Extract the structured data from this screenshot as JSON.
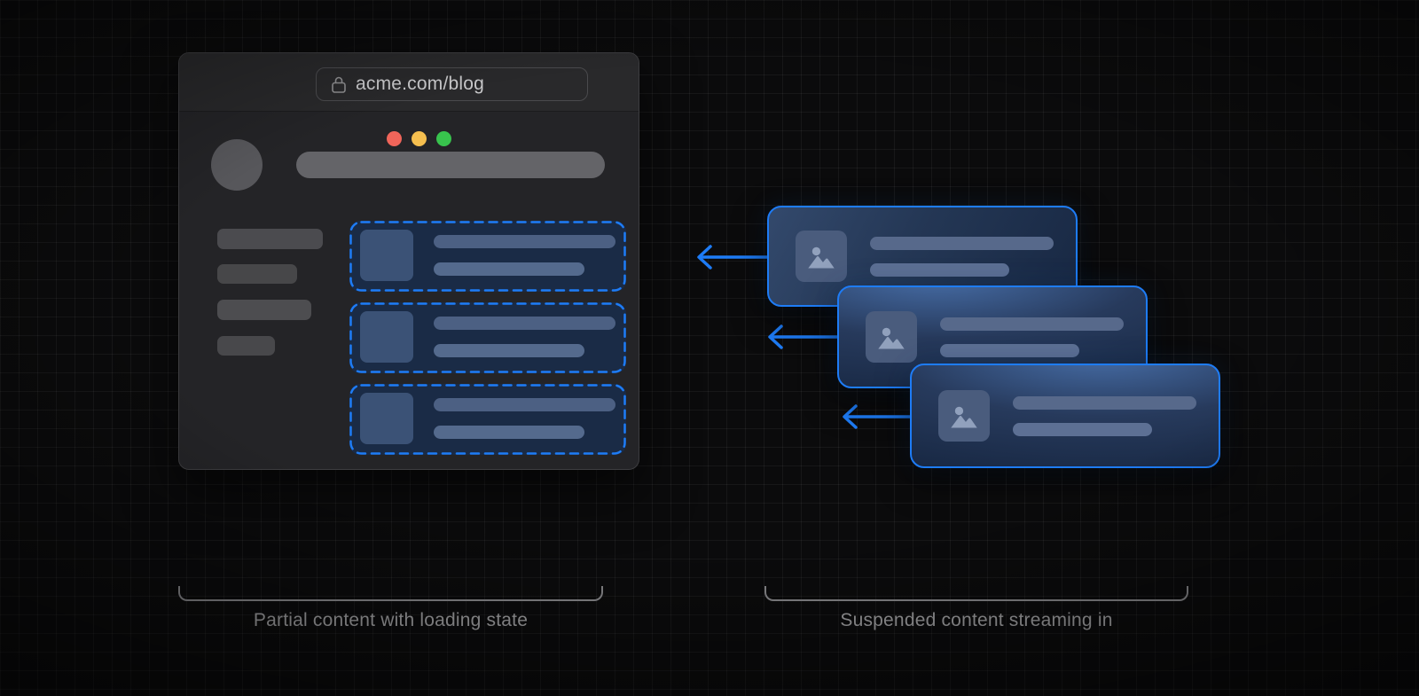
{
  "browser": {
    "url": "acme.com/blog",
    "traffic_lights": [
      "close",
      "minimize",
      "maximize"
    ],
    "skeleton": {
      "avatar": true,
      "header_bar": true,
      "sidebar_bar_count": 4,
      "suspense_slot_count": 3
    }
  },
  "streaming_cards": {
    "count": 3,
    "each": {
      "thumbnail_icon": "image-icon",
      "text_line_count": 2
    },
    "arrow_direction": "left"
  },
  "captions": {
    "left": "Partial content with loading state",
    "right": "Suspended content streaming in"
  },
  "colors": {
    "background": "#0b0b0c",
    "grid_line": "rgba(255,255,255,0.05)",
    "window_chrome": "#29292b",
    "window_body": "#242427",
    "traffic_red": "#f0655a",
    "traffic_yellow": "#f6bf4f",
    "traffic_green": "#38c34d",
    "accent_blue": "#1e7cf6",
    "slot_bg": "#1a2b46",
    "card_glow": "#476ea8",
    "skeleton_gray": "#4b4b4f",
    "caption_text": "#a0a0a2"
  }
}
